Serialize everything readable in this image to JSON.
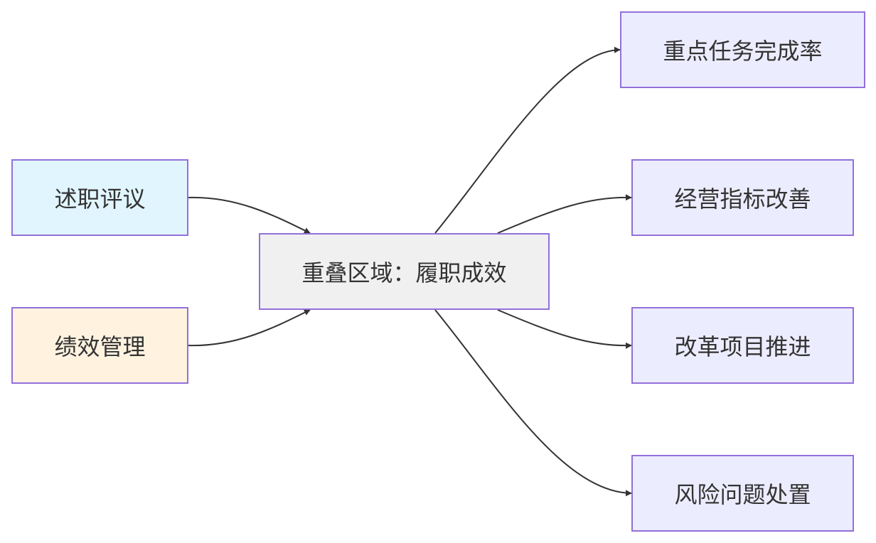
{
  "diagram": {
    "type": "flowchart",
    "direction": "left-to-right",
    "nodes": {
      "shuzhi": {
        "label": "述职评议",
        "fill": "#e1f5fe"
      },
      "jixiao": {
        "label": "绩效管理",
        "fill": "#fff3e0"
      },
      "center": {
        "label": "重叠区域：履职成效",
        "fill": "#f0f0f0"
      },
      "out1": {
        "label": "重点任务完成率",
        "fill": "#ececff"
      },
      "out2": {
        "label": "经营指标改善",
        "fill": "#ececff"
      },
      "out3": {
        "label": "改革项目推进",
        "fill": "#ececff"
      },
      "out4": {
        "label": "风险问题处置",
        "fill": "#ececff"
      }
    },
    "edges": [
      {
        "from": "shuzhi",
        "to": "center"
      },
      {
        "from": "jixiao",
        "to": "center"
      },
      {
        "from": "center",
        "to": "out1"
      },
      {
        "from": "center",
        "to": "out2"
      },
      {
        "from": "center",
        "to": "out3"
      },
      {
        "from": "center",
        "to": "out4"
      }
    ],
    "colors": {
      "node_border": "#9370db",
      "edge": "#333333",
      "text": "#333333"
    }
  }
}
